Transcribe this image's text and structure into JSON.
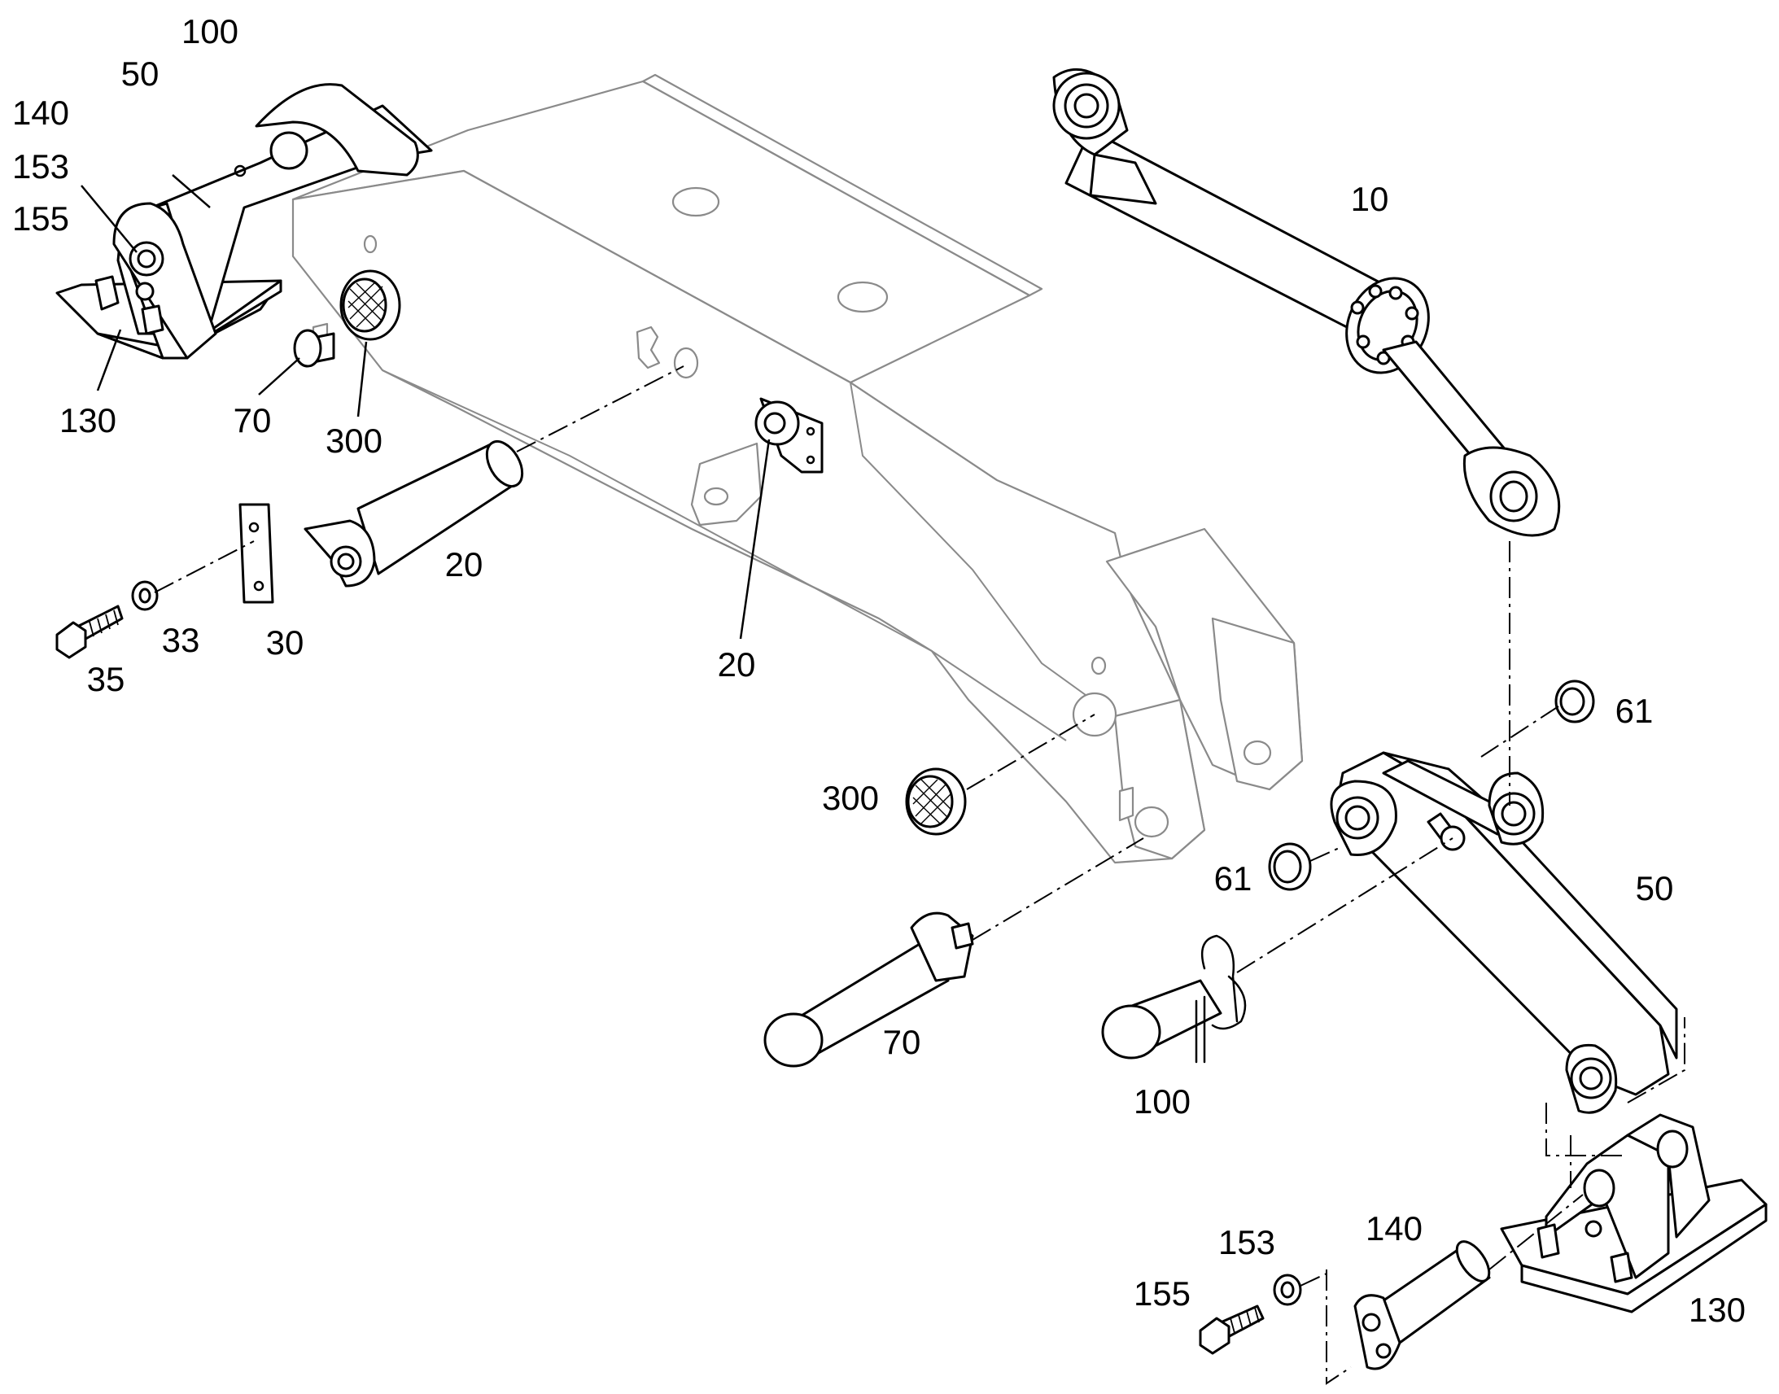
{
  "labels": {
    "p100_top": "100",
    "p50_top": "50",
    "p140_top": "140",
    "p153_top": "153",
    "p155_top": "155",
    "p130_top": "130",
    "p70_top": "70",
    "p300_top": "300",
    "p10": "10",
    "p20_left": "20",
    "p20_mid": "20",
    "p33": "33",
    "p30": "30",
    "p35": "35",
    "p61_right": "61",
    "p61_left": "61",
    "p300_bottom": "300",
    "p50_right": "50",
    "p70_bottom": "70",
    "p100_bottom": "100",
    "p153_bottom": "153",
    "p140_bottom": "140",
    "p155_bottom": "155",
    "p130_bottom": "130"
  }
}
